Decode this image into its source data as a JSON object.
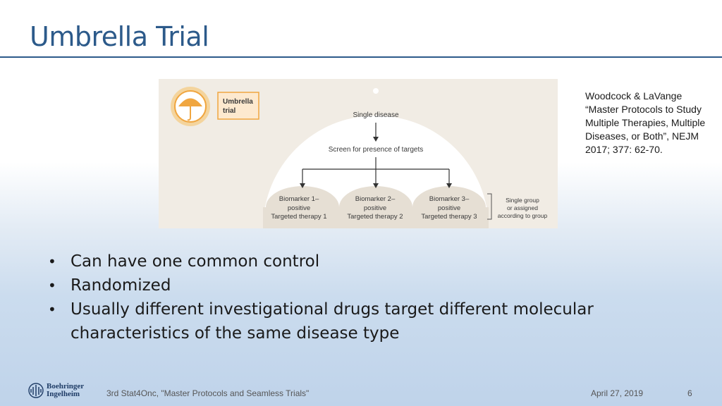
{
  "slide": {
    "title": "Umbrella Trial",
    "citation": "Woodcock & LaVange “Master Protocols to Study Multiple Therapies, Multiple Diseases, or Both”, NEJM 2017; 377: 62-70.",
    "bullets": [
      "Can have one common control",
      "Randomized",
      "Usually different investigational drugs target different molecular characteristics of the same disease type"
    ]
  },
  "figure": {
    "badge_line1": "Umbrella",
    "badge_line2": "trial",
    "top_label": "Single disease",
    "screen_label": "Screen for presence of targets",
    "arms": [
      {
        "line1": "Biomarker 1–",
        "line2": "positive",
        "line3": "Targeted therapy 1"
      },
      {
        "line1": "Biomarker 2–",
        "line2": "positive",
        "line3": "Targeted therapy 2"
      },
      {
        "line1": "Biomarker 3–",
        "line2": "positive",
        "line3": "Targeted therapy 3"
      }
    ],
    "side_line1": "Single group",
    "side_line2": "or assigned",
    "side_line3": "according to group"
  },
  "footer": {
    "logo_line1": "Boehringer",
    "logo_line2": "Ingelheim",
    "event": "3rd Stat4Onc, \"Master Protocols and Seamless Trials\"",
    "date": "April 27, 2019",
    "page": "6"
  },
  "colors": {
    "title": "#2c5a8a",
    "umbrella_orange": "#f0a640",
    "figure_bg": "#f1ece4"
  }
}
